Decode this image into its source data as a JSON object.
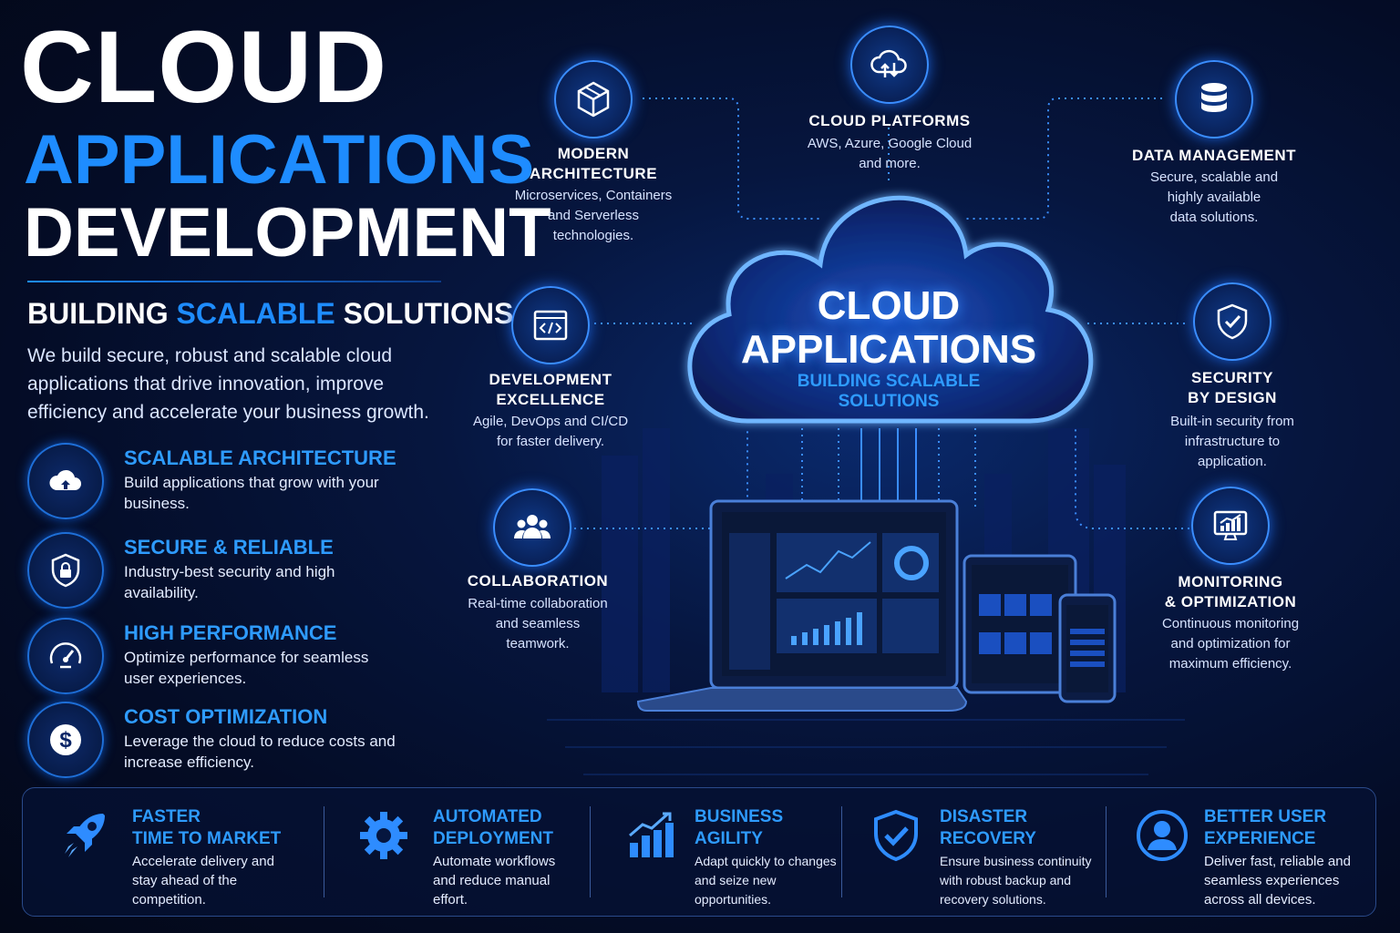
{
  "header": {
    "line1": "CLOUD",
    "line2": "APPLICATIONS",
    "line3": "DEVELOPMENT",
    "tagline_pre": "BUILDING ",
    "tagline_hl": "SCALABLE",
    "tagline_post": " SOLUTIONS",
    "intro": "We build secure, robust and scalable cloud applications that drive innovation, improve efficiency and accelerate your business growth."
  },
  "features": [
    {
      "title": "SCALABLE ARCHITECTURE",
      "desc": "Build applications that grow with your business.",
      "icon": "cloud-upload-icon"
    },
    {
      "title": "SECURE & RELIABLE",
      "desc": "Industry-best security and high availability.",
      "icon": "shield-lock-icon"
    },
    {
      "title": "HIGH PERFORMANCE",
      "desc": "Optimize performance for seamless user experiences.",
      "icon": "speedometer-icon"
    },
    {
      "title": "COST OPTIMIZATION",
      "desc": "Leverage the cloud to reduce costs and increase efficiency.",
      "icon": "dollar-icon"
    }
  ],
  "center": {
    "title_line1": "CLOUD",
    "title_line2": "APPLICATIONS",
    "subtitle_line1": "BUILDING SCALABLE",
    "subtitle_line2": "SOLUTIONS"
  },
  "nodes": {
    "platforms": {
      "title": "CLOUD PLATFORMS",
      "desc1": "AWS, Azure, Google Cloud",
      "desc2": "and more.",
      "icon": "cloud-transfer-icon"
    },
    "architecture": {
      "title1": "MODERN",
      "title2": "ARCHITECTURE",
      "desc1": "Microservices, Containers",
      "desc2": "and Serverless",
      "desc3": "technologies.",
      "icon": "cube-icon"
    },
    "data": {
      "title": "DATA MANAGEMENT",
      "desc1": "Secure, scalable and",
      "desc2": "highly available",
      "desc3": "data solutions.",
      "icon": "database-icon"
    },
    "development": {
      "title1": "DEVELOPMENT",
      "title2": "EXCELLENCE",
      "desc1": "Agile, DevOps and CI/CD",
      "desc2": "for faster delivery.",
      "icon": "code-window-icon"
    },
    "security": {
      "title1": "SECURITY",
      "title2": "BY DESIGN",
      "desc1": "Built-in security from",
      "desc2": "infrastructure to",
      "desc3": "application.",
      "icon": "shield-check-icon"
    },
    "collaboration": {
      "title": "COLLABORATION",
      "desc1": "Real-time collaboration",
      "desc2": "and seamless",
      "desc3": "teamwork.",
      "icon": "team-icon"
    },
    "monitoring": {
      "title1": "MONITORING",
      "title2": "& OPTIMIZATION",
      "desc1": "Continuous monitoring",
      "desc2": "and optimization for",
      "desc3": "maximum efficiency.",
      "icon": "monitor-chart-icon"
    }
  },
  "benefits": [
    {
      "title1": "FASTER",
      "title2": "TIME TO MARKET",
      "desc1": "Accelerate delivery and",
      "desc2": "stay ahead of the",
      "desc3": "competition.",
      "icon": "rocket-icon"
    },
    {
      "title1": "AUTOMATED",
      "title2": "DEPLOYMENT",
      "desc1": "Automate workflows",
      "desc2": "and reduce manual",
      "desc3": "effort.",
      "icon": "gear-icon"
    },
    {
      "title1": "BUSINESS",
      "title2": "AGILITY",
      "desc1": "Adapt quickly to changes",
      "desc2": "and seize new",
      "desc3": "opportunities.",
      "icon": "growth-chart-icon"
    },
    {
      "title1": "DISASTER",
      "title2": "RECOVERY",
      "desc1": "Ensure business continuity",
      "desc2": "with robust backup and",
      "desc3": "recovery solutions.",
      "icon": "shield-check-icon"
    },
    {
      "title1": "BETTER USER",
      "title2": "EXPERIENCE",
      "desc1": "Deliver fast, reliable and",
      "desc2": "seamless experiences",
      "desc3": "across all devices.",
      "icon": "user-icon"
    }
  ],
  "colors": {
    "accent": "#1e8cff",
    "background": "#040c26",
    "glow": "#3a8dff"
  }
}
